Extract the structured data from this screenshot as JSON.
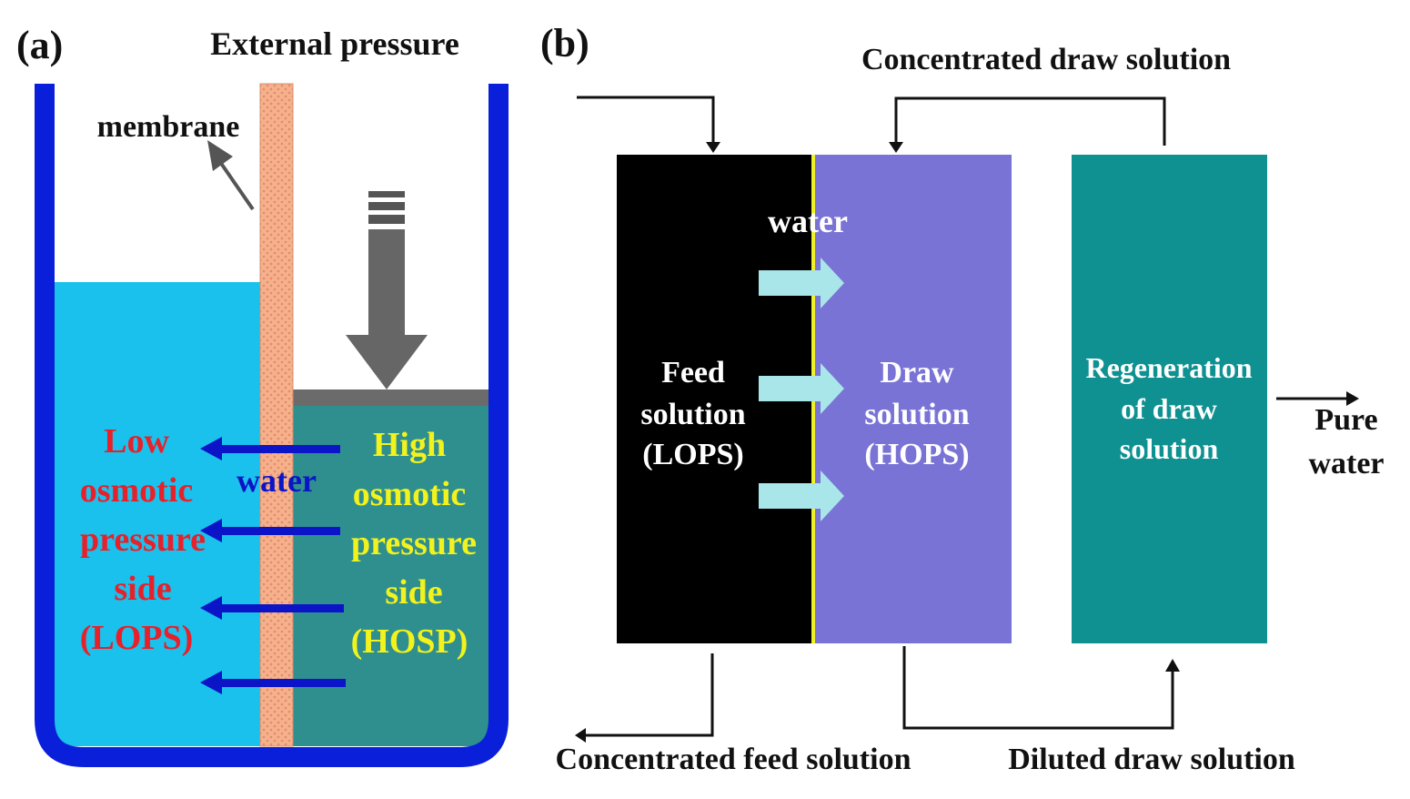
{
  "panel_a": {
    "label": "(a)",
    "title": "External pressure",
    "membrane_label": "membrane",
    "water_label": "water",
    "low_side": [
      "Low",
      "osmotic",
      "pressure",
      "side",
      "(LOPS)"
    ],
    "high_side": [
      "High",
      "osmotic",
      "pressure",
      "side",
      "(HOSP)"
    ]
  },
  "panel_b": {
    "label": "(b)",
    "concentrated_draw": "Concentrated draw solution",
    "water_label": "water",
    "feed": [
      "Feed",
      "solution",
      "(LOPS)"
    ],
    "draw": [
      "Draw",
      "solution",
      "(HOPS)"
    ],
    "regen": [
      "Regeneration",
      "of  draw",
      "solution"
    ],
    "pure_water": [
      "Pure",
      "water"
    ],
    "concentrated_feed": "Concentrated feed solution",
    "diluted_draw": "Diluted draw solution"
  },
  "colors": {
    "vessel": "#0a1fd9",
    "low_liquid": "#19c1ec",
    "high_liquid": "#2f8f8f",
    "membrane": "#f4b18c",
    "low_text": "#e8202a",
    "high_text": "#f2f21d",
    "water_arrow": "#0b14c7",
    "feed_box": "#000000",
    "draw_box": "#7a73d6",
    "regen_box": "#0f9191",
    "water_flow": "#a9e6ea",
    "membrane_line": "#f1f12a"
  }
}
